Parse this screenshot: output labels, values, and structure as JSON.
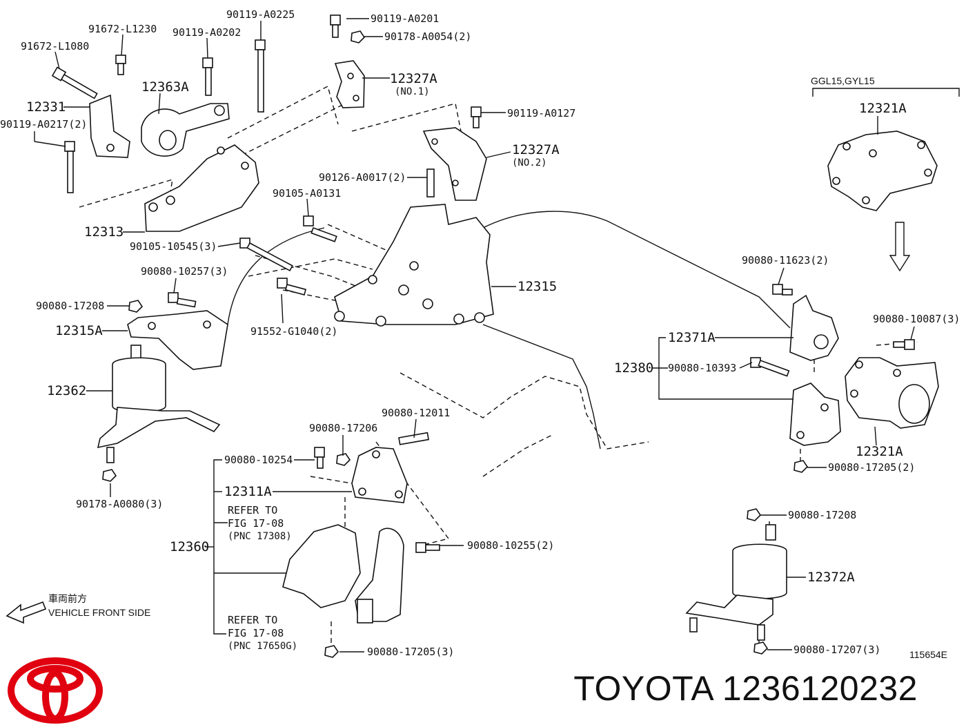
{
  "title": "TOYOTA 1236120232",
  "brand_color": "#e0000f",
  "logo": {
    "icon": "toyota-logo-icon"
  },
  "diagram_id": "115654E",
  "variant_note": "GGL15,GYL15",
  "direction": {
    "jp": "車両前方",
    "en": "VEHICLE FRONT SIDE",
    "icon": "arrow-left-icon"
  },
  "refer": [
    {
      "line1": "REFER TO",
      "line2": "FIG 17-08",
      "line3": "(PNC 17308)"
    },
    {
      "line1": "REFER TO",
      "line2": "FIG 17-08",
      "line3": "(PNC 17650G)"
    }
  ],
  "labels": {
    "l1": "90119-A0225",
    "l2": "91672-L1230",
    "l3": "90119-A0202",
    "l4": "91672-L1080",
    "l5": "12363A",
    "l6": "12331",
    "l7": "90119-A0217(2)",
    "l8": "12313",
    "l9": "90105-10545(3)",
    "l10": "90119-A0201",
    "l11": "90178-A0054(2)",
    "l12": "12327A",
    "l13": "(NO.1)",
    "l14": "90119-A0127",
    "l15": "12327A",
    "l16": "(NO.2)",
    "l17": "90126-A0017(2)",
    "l18": "90105-A0131",
    "l19": "12315",
    "l20": "90080-10257(3)",
    "l21": "90080-17208",
    "l22": "12315A",
    "l23": "91552-G1040(2)",
    "l24": "12362",
    "l25": "90178-A0080(3)",
    "l26": "90080-12011",
    "l27": "90080-17206",
    "l28": "90080-10254",
    "l29": "12311A",
    "l30": "12360",
    "l31": "90080-10255(2)",
    "l32": "90080-17205(3)",
    "l33": "12321A",
    "l34": "90080-11623(2)",
    "l35": "90080-10087(3)",
    "l36": "12371A",
    "l37": "12380",
    "l38": "90080-10393",
    "l39": "12321A",
    "l40": "90080-17205(2)",
    "l41": "90080-17208",
    "l42": "12372A",
    "l43": "90080-17207(3)"
  }
}
